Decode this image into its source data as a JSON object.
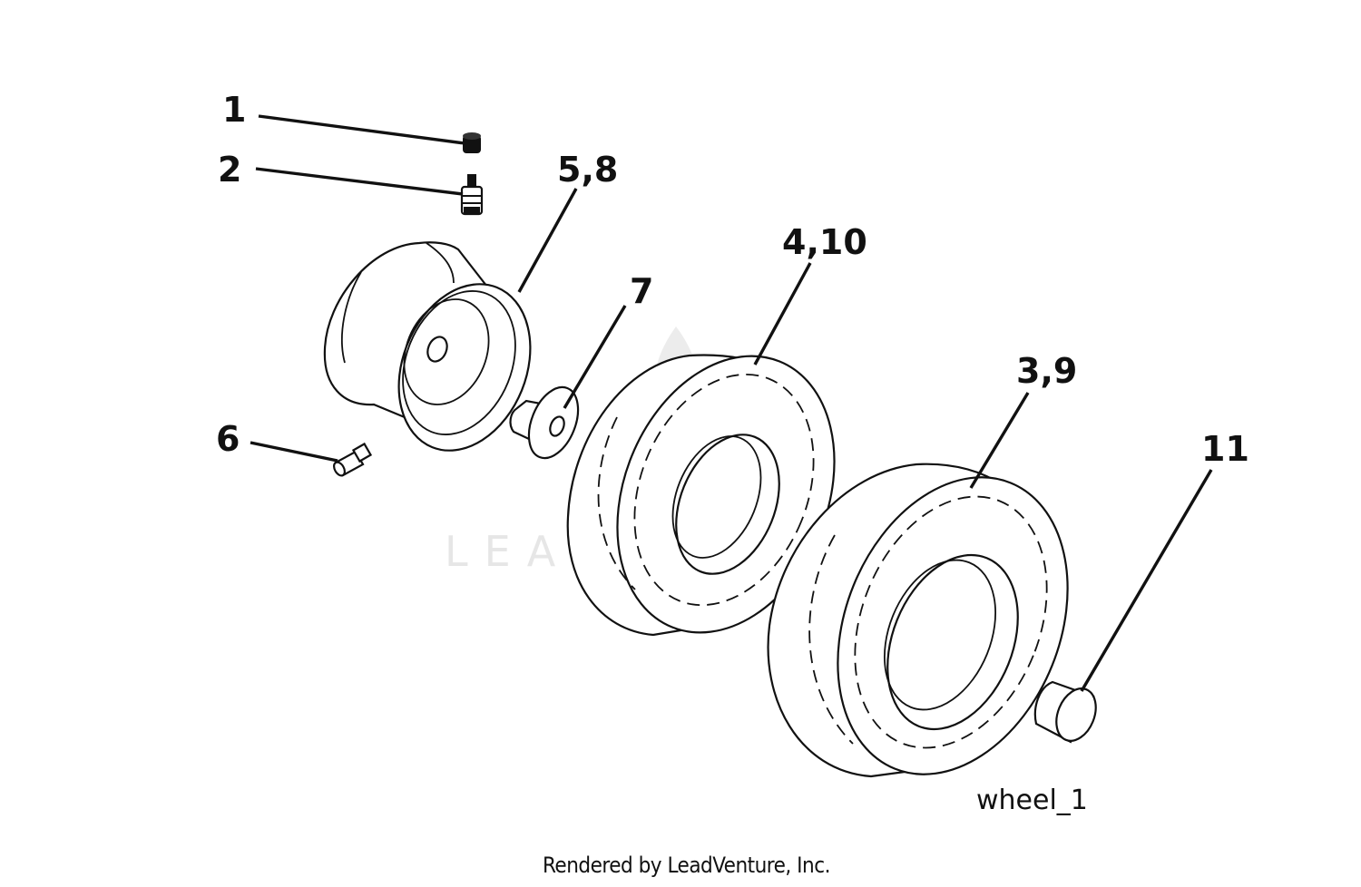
{
  "callouts": {
    "c1": "1",
    "c2": "2",
    "c58": "5,8",
    "c7": "7",
    "c6": "6",
    "c410": "4,10",
    "c39": "3,9",
    "c11": "11"
  },
  "diagram_id": "wheel_1",
  "credit": "Rendered by LeadVenture, Inc.",
  "watermark": "LEADVENTURE",
  "colors": {
    "ink": "#111111",
    "watermark": "#e6e6e6",
    "background": "#ffffff"
  }
}
